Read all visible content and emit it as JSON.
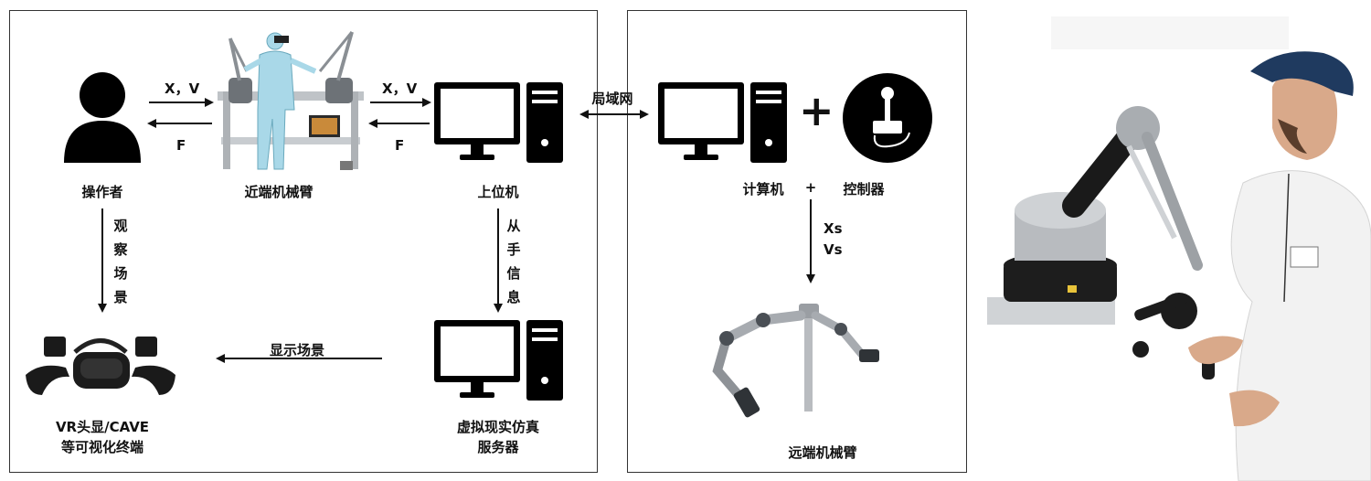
{
  "left_panel": {
    "operator_label": "操作者",
    "proximal_arm_label": "近端机械臂",
    "host_pc_label": "上位机",
    "vr_label_line1": "VR头显/CAVE",
    "vr_label_line2": "等可视化终端",
    "server_label_line1": "虚拟现实仿真",
    "server_label_line2": "服务器",
    "arrow_xv_1": "X，V",
    "arrow_f_1": "F",
    "arrow_xv_2": "X，V",
    "arrow_f_2": "F",
    "observe_chars": [
      "观",
      "察",
      "场",
      "景"
    ],
    "slave_info_chars": [
      "从",
      "手",
      "信",
      "息"
    ],
    "display_scene": "显示场景"
  },
  "lan_label": "局域网",
  "right_panel": {
    "plus_symbol": "+",
    "computer_label": "计算机",
    "plus_small": "+",
    "controller_label": "控制器",
    "xs": "Xs",
    "vs": "Vs",
    "remote_arm_label": "远端机械臂"
  },
  "colors": {
    "icon": "#000000",
    "border": "#333333",
    "robot_gray": "#9a9ea3",
    "human_suit": "#a9d8e8",
    "photo_coat": "#f2f2f2"
  }
}
